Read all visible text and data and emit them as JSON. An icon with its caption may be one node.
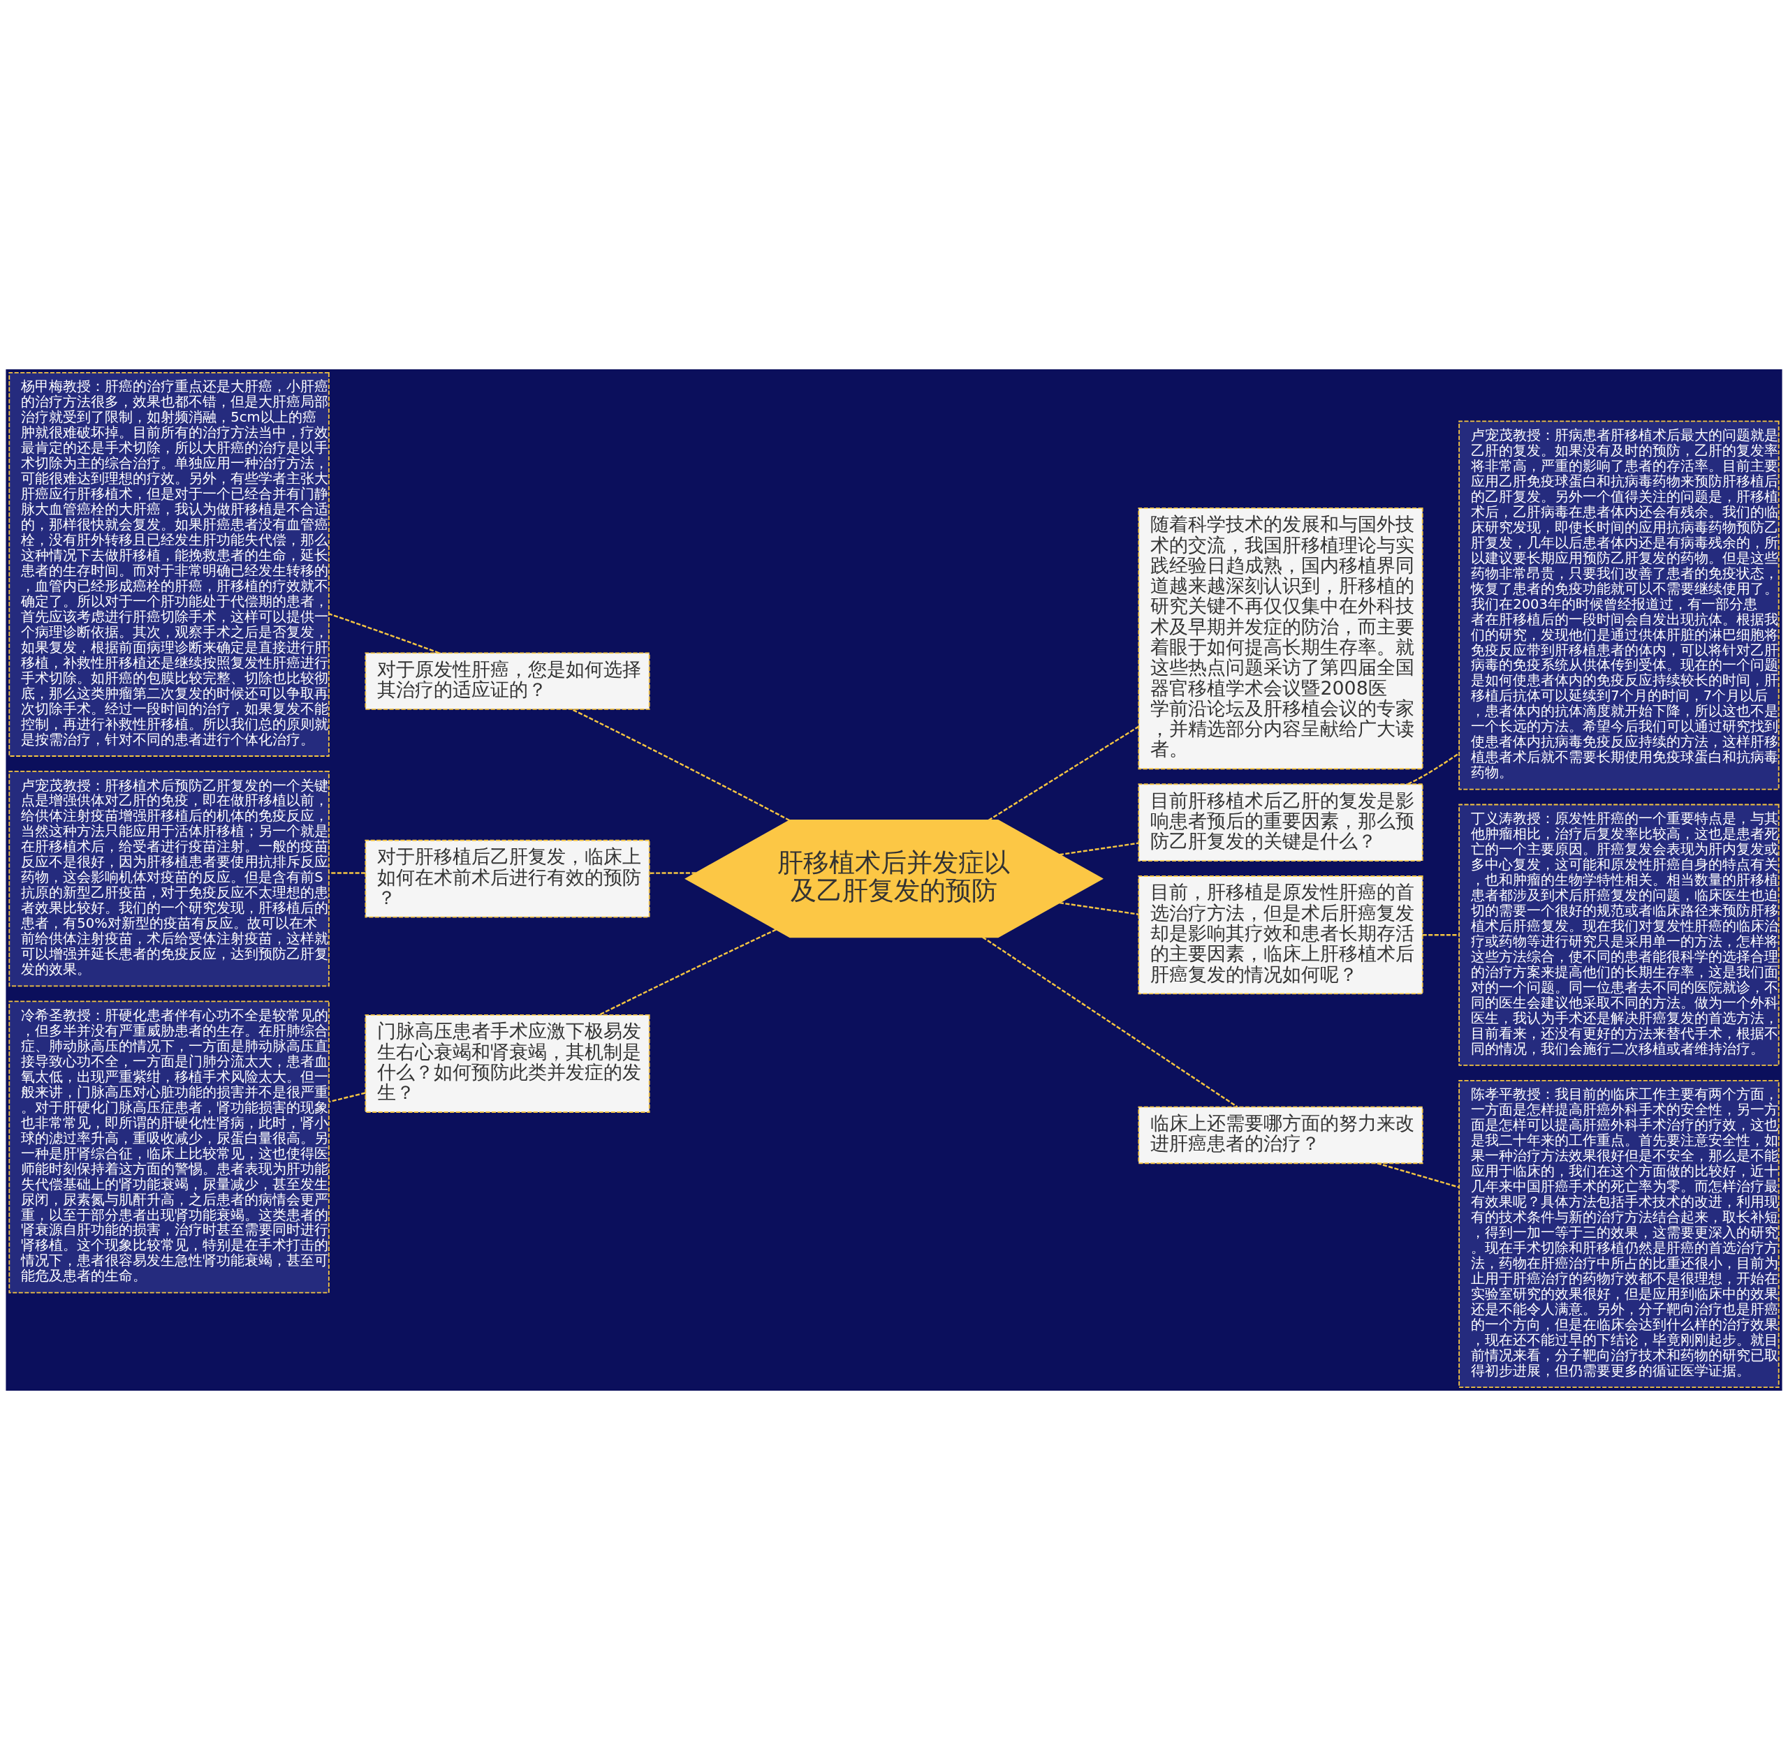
{
  "diagram": {
    "nodes": [
      {
        "text": [
          "肝移植术后并发症以及乙肝复发的预防"
        ]
      },
      {
        "text": [
          "随着科学技术的发展和与国外技术的交流，我国肝移植理论与实践经验日趋成熟，国内移植界同道越来越深刻认识到，肝移植的研究关键不再仅仅集中在外科技术及早期并发症的防治，而主要着眼于如何提高长期生存率。就这些热点问题采访了第四届全国器官移植学术会议暨2008医学前沿论坛及肝移植会议的专家，并精选部分内容呈献给广大读者。"
        ]
      },
      {
        "text": [
          "对于原发性肝癌，您是如何选择其治疗的适应证的？"
        ]
      },
      {
        "text": [
          "杨甲梅教授：肝癌的治疗重点还是大肝癌，小肝癌的治疗方法很多，效果也都不错，但是大肝癌局部治疗就受到了限制，如射频消融，5cm以上的癌肿就很难破坏掉。目前所有的治疗方法当中，疗效最肯定的还是手术切除，所以大肝癌的治疗是以手术切除为主的综合治疗。单独应用一种治疗方法，可能很难达到理想的疗效。另外，有些学者主张大肝癌应行肝移植术，但是对于一个已经合并有门静脉大血管癌栓的大肝癌，我认为做肝移植是不合适的，那样很快就会复发。如果肝癌患者没有血管癌栓，没有肝外转移且已经发生肝功能失代偿，那么这种情况下去做肝移植，能挽救患者的生命，延长患者的生存时间。而对于非常明确已经发生转移的，血管内已经形成癌栓的肝癌，肝移植的疗效就不确定了。所以对于一个肝功能处于代偿期的患者，首先应该考虑进行肝癌切除手术，这样可以提供一个病理诊断依据。其次，观察手术之后是否复发，如果复发，根据前面病理诊断来确定是直接进行肝移植，补救性肝移植还是继续按照复发性肝癌进行手术切除。如肝癌的包膜比较完整、切除也比较彻底，那么这类肿瘤第二次复发的时候还可以争取再次切除手术。经过一段时间的治疗，如果复发不能控制，再进行补救性肝移植。所以我们总的原则就是按需治疗，针对不同的患者进行个体化治疗。"
        ]
      },
      {
        "text": [
          "对于肝移植后乙肝复发，临床上如何在术前术后进行有效的预防？"
        ]
      },
      {
        "text": [
          "卢宠茂教授：肝移植术后预防乙肝复发的一个关键点是增强供体对乙肝的免疫，即在做肝移植以前，给供体注射疫苗增强肝移植后的机体的免疫反应，当然这种方法只能应用于活体肝移植；另一个就是在肝移植术后，给受者进行疫苗注射。一般的疫苗反应不是很好，因为肝移植患者要使用抗排斥反应药物，这会影响机体对疫苗的反应。但是含有前S抗原的新型乙肝疫苗，对于免疫反应不太理想的患者效果比较好。我们的一个研究发现，肝移植后的患者，有50%对新型的疫苗有反应。故可以在术前给供体注射疫苗，术后给受体注射疫苗，这样就可以增强并延长患者的免疫反应，达到预防乙肝复发的效果。"
        ]
      },
      {
        "text": [
          "门脉高压患者手术应激下极易发生右心衰竭和肾衰竭，其机制是什么？如何预防此类并发症的发生？"
        ]
      },
      {
        "text": [
          "冷希圣教授：肝硬化患者伴有心功不全是较常见的，但多半并没有严重威胁患者的生存。在肝肺综合症、肺动脉高压的情况下，一方面是肺动脉高压直接导致心功不全，一方面是门肺分流太大，患者血氧太低，出现严重紫绀，移植手术风险太大。但一般来讲，门脉高压对心脏功能的损害并不是很严重。对于肝硬化门脉高压症患者，肾功能损害的现象也非常常见，即所谓的肝硬化性肾病，此时，肾小球的滤过率升高，重吸收减少，尿蛋白量很高。另一种是肝肾综合征，临床上比较常见，这也使得医师能时刻保持着这方面的警惕。患者表现为肝功能失代偿基础上的肾功能衰竭，尿量减少，甚至发生尿闭，尿素氮与肌酐升高，之后患者的病情会更严重，以至于部分患者出现肾功能衰竭。这类患者的肾衰源自肝功能的损害，治疗时甚至需要同时进行肾移植。这个现象比较常见，特别是在手术打击的情况下，患者很容易发生急性肾功能衰竭，甚至可能危及患者的生命。"
        ]
      },
      {
        "text": [
          "目前肝移植术后乙肝的复发是影响患者预后的重要因素，那么预防乙肝复发的关键是什么？"
        ]
      },
      {
        "text": [
          "卢宠茂教授：肝病患者肝移植术后最大的问题就是乙肝的复发。如果没有及时的预防，乙肝的复发率将非常高，严重的影响了患者的存活率。目前主要应用乙肝免疫球蛋白和抗病毒药物来预防肝移植后的乙肝复发。另外一个值得关注的问题是，肝移植术后，乙肝病毒在患者体内还会有残余。我们的临床研究发现，即使长时间的应用抗病毒药物预防乙肝复发，几年以后患者体内还是有病毒残余的，所以建议要长期应用预防乙肝复发的药物。但是这些药物非常昂贵，只要我们改善了患者的免疫状态，恢复了患者的免疫功能就可以不需要继续使用了。我们在2003年的时候曾经报道过，有一部分患者在肝移植后的一段时间会自发出现抗体。根据我们的研究，发现他们是通过供体肝脏的淋巴细胞将免疫反应带到肝移植患者的体内，可以将针对乙肝病毒的免疫系统从供体传到受体。现在的一个问题是如何使患者体内的免疫反应持续较长的时间，肝移植后抗体可以延续到7个月的时间，7个月以后，患者体内的抗体滴度就开始下降，所以这也不是一个长远的方法。希望今后我们可以通过研究找到使患者体内抗病毒免疫反应持续的方法，这样肝移植患者术后就不需要长期使用免疫球蛋白和抗病毒药物。"
        ]
      },
      {
        "text": [
          "目前，肝移植是原发性肝癌的首选治疗方法，但是术后肝癌复发却是影响其疗效和患者长期存活的主要因素，临床上肝移植术后肝癌复发的情况如何呢？"
        ]
      },
      {
        "text": [
          "丁义涛教授：原发性肝癌的一个重要特点是，与其他肿瘤相比，治疗后复发率比较高，这也是患者死亡的一个主要原因。肝癌复发会表现为肝内复发或多中心复发，这可能和原发性肝癌自身的特点有关，也和肿瘤的生物学特性相关。相当数量的肝移植患者都涉及到术后肝癌复发的问题，临床医生也迫切的需要一个很好的规范或者临床路径来预防肝移植术后肝癌复发。现在我们对复发性肝癌的临床治疗或药物等进行研究只是采用单一的方法，怎样将这些方法综合，使不同的患者能很科学的选择合理的治疗方案来提高他们的长期生存率，这是我们面对的一个问题。同一位患者去不同的医院就诊，不同的医生会建议他采取不同的方法。做为一个外科医生，我认为手术还是解决肝癌复发的首选方法，目前看来，还没有更好的方法来替代手术，根据不同的情况，我们会施行二次移植或者维持治疗。"
        ]
      },
      {
        "text": [
          "临床上还需要哪方面的努力来改进肝癌患者的治疗？"
        ]
      },
      {
        "text": [
          "陈孝平教授：我目前的临床工作主要有两个方面，一方面是怎样提高肝癌外科手术的安全性，另一方面是怎样可以提高肝癌外科手术治疗的疗效，这也是我二十年来的工作重点。首先要注意安全性，如果一种治疗方法效果很好但是不安全，那么是不能应用于临床的，我们在这个方面做的比较好，近十几年来中国肝癌手术的死亡率为零。而怎样治疗最有效果呢？具体方法包括手术技术的改进，利用现有的技术条件与新的治疗方法结合起来，取长补短，得到一加一等于三的效果，这需要更深入的研究。现在手术切除和肝移植仍然是肝癌的首选治疗方法，药物在肝癌治疗中所占的比重还很小，目前为止用于肝癌治疗的药物疗效都不是很理想，开始在实验室研究的效果很好，但是应用到临床中的效果还是不能令人满意。另外，分子靶向治疗也是肝癌的一个方向，但是在临床会达到什么样的治疗效果，现在还不能过早的下结论，毕竟刚刚起步。就目前情况来看，分子靶向治疗技术和药物的研究已取得初步进展，但仍需要更多的循证医学证据。"
        ]
      }
    ],
    "edges": [
      {
        "from": 0,
        "to": 1,
        "arrow": "none",
        "style": "dashed"
      },
      {
        "from": 0,
        "to": 2,
        "arrow": "none",
        "style": "dashed"
      },
      {
        "from": 2,
        "to": 3,
        "arrow": "none",
        "style": "dashed"
      },
      {
        "from": 0,
        "to": 4,
        "arrow": "none",
        "style": "dashed"
      },
      {
        "from": 4,
        "to": 5,
        "arrow": "none",
        "style": "dashed"
      },
      {
        "from": 0,
        "to": 6,
        "arrow": "none",
        "style": "dashed"
      },
      {
        "from": 6,
        "to": 7,
        "arrow": "none",
        "style": "dashed"
      },
      {
        "from": 0,
        "to": 8,
        "arrow": "none",
        "style": "dashed"
      },
      {
        "from": 8,
        "to": 9,
        "arrow": "none",
        "style": "dashed"
      },
      {
        "from": 0,
        "to": 10,
        "arrow": "none",
        "style": "dashed"
      },
      {
        "from": 10,
        "to": 11,
        "arrow": "none",
        "style": "dashed"
      },
      {
        "from": 0,
        "to": 12,
        "arrow": "none",
        "style": "dashed"
      },
      {
        "from": 12,
        "to": 13,
        "arrow": "none",
        "style": "dashed"
      }
    ]
  }
}
